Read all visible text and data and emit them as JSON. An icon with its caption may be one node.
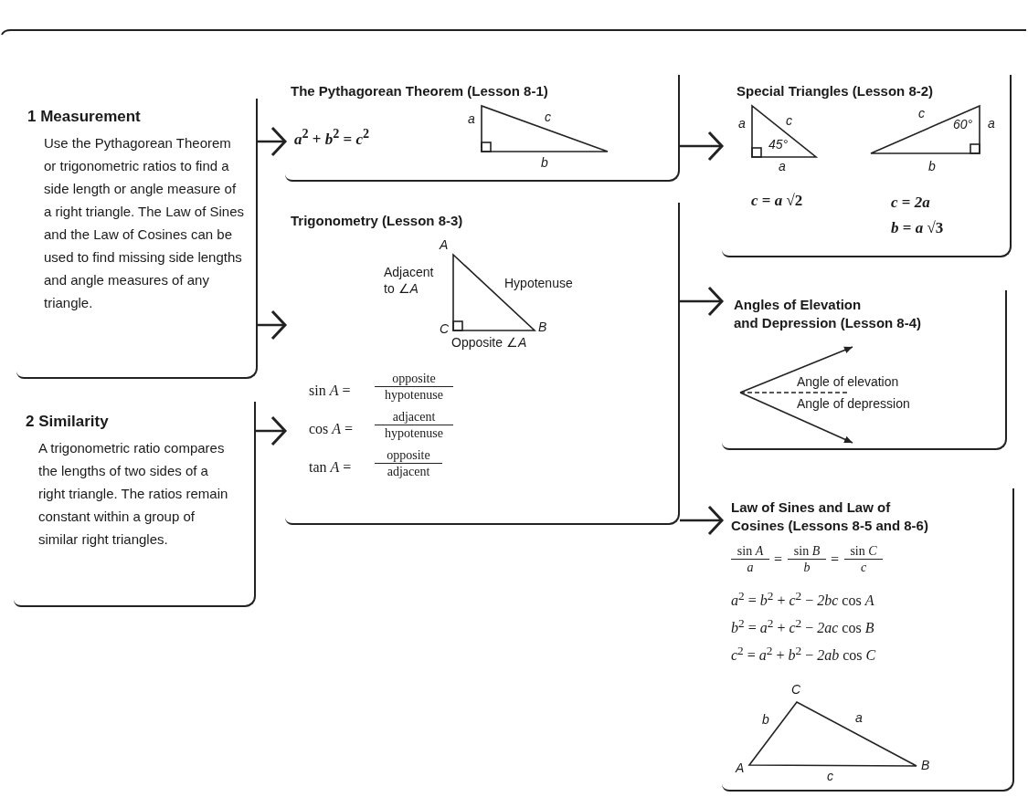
{
  "diagram": {
    "nodes": [
      {
        "text": [
          "1 Measurement",
          "Use the Pythagorean Theorem or trigonometric ratios to find a side length or angle measure of a right triangle. The Law of Sines and the Law of Cosines can be used to find missing side lengths and angle measures of any triangle."
        ]
      },
      {
        "text": [
          "2 Similarity",
          "A trigonometric ratio compares the lengths of two sides of a right triangle. The ratios remain constant within a group of similar right triangles."
        ]
      },
      {
        "text": [
          "The Pythagorean Theorem (Lesson 8-1)",
          "*a*$^{2}$ + *b*$^{2}$ = *c*$^{2}$",
          "a",
          "c",
          "b"
        ]
      },
      {
        "text": [
          "Special Triangles (Lesson 8-2)",
          "a",
          "c",
          "45°",
          "a",
          "c",
          "60°",
          "a",
          "b",
          "*c* = *a* √2",
          "*c* = *2a*",
          "*b* = *a* √3"
        ]
      },
      {
        "text": [
          "Trigonometry (Lesson 8-3)",
          "A",
          "Adjacent to ∠*A*",
          "Hypotenuse",
          "C",
          "B",
          "Opposite ∠*A*",
          "sin *A* =",
          "opposite",
          "hypotenuse",
          "cos *A* =",
          "adjacent",
          "hypotenuse",
          "tan *A* =",
          "opposite",
          "adjacent"
        ]
      },
      {
        "text": [
          "Angles of Elevation and Depression (Lesson 8-4)",
          "Angle of elevation",
          "Angle of depression"
        ]
      },
      {
        "text": [
          "Law of Sines and Law of Cosines (Lessons 8-5 and 8-6)",
          "sin *A*",
          "*a*",
          "=",
          "sin *B*",
          "*b*",
          "=",
          "sin *C*",
          "*c*",
          "*a*$^{2}$ = *b*$^{2}$ + *c*$^{2}$ − *2bc* cos *A*",
          "*b*$^{2}$ = *a*$^{2}$ + *c*$^{2}$ − *2ac* cos *B*",
          "*c*$^{2}$ = *a*$^{2}$ + *b*$^{2}$ − *2ab* cos *C*",
          "C",
          "b",
          "a",
          "A",
          "c",
          "B"
        ]
      }
    ],
    "edges": [
      {
        "from": 0,
        "to": 2,
        "arrow": "to"
      },
      {
        "from": 0,
        "to": 4,
        "arrow": "to"
      },
      {
        "from": 1,
        "to": 4,
        "arrow": "to"
      },
      {
        "from": 2,
        "to": 3,
        "arrow": "to"
      },
      {
        "from": 4,
        "to": 5,
        "arrow": "to"
      },
      {
        "from": 4,
        "to": 6,
        "arrow": "to"
      }
    ]
  }
}
